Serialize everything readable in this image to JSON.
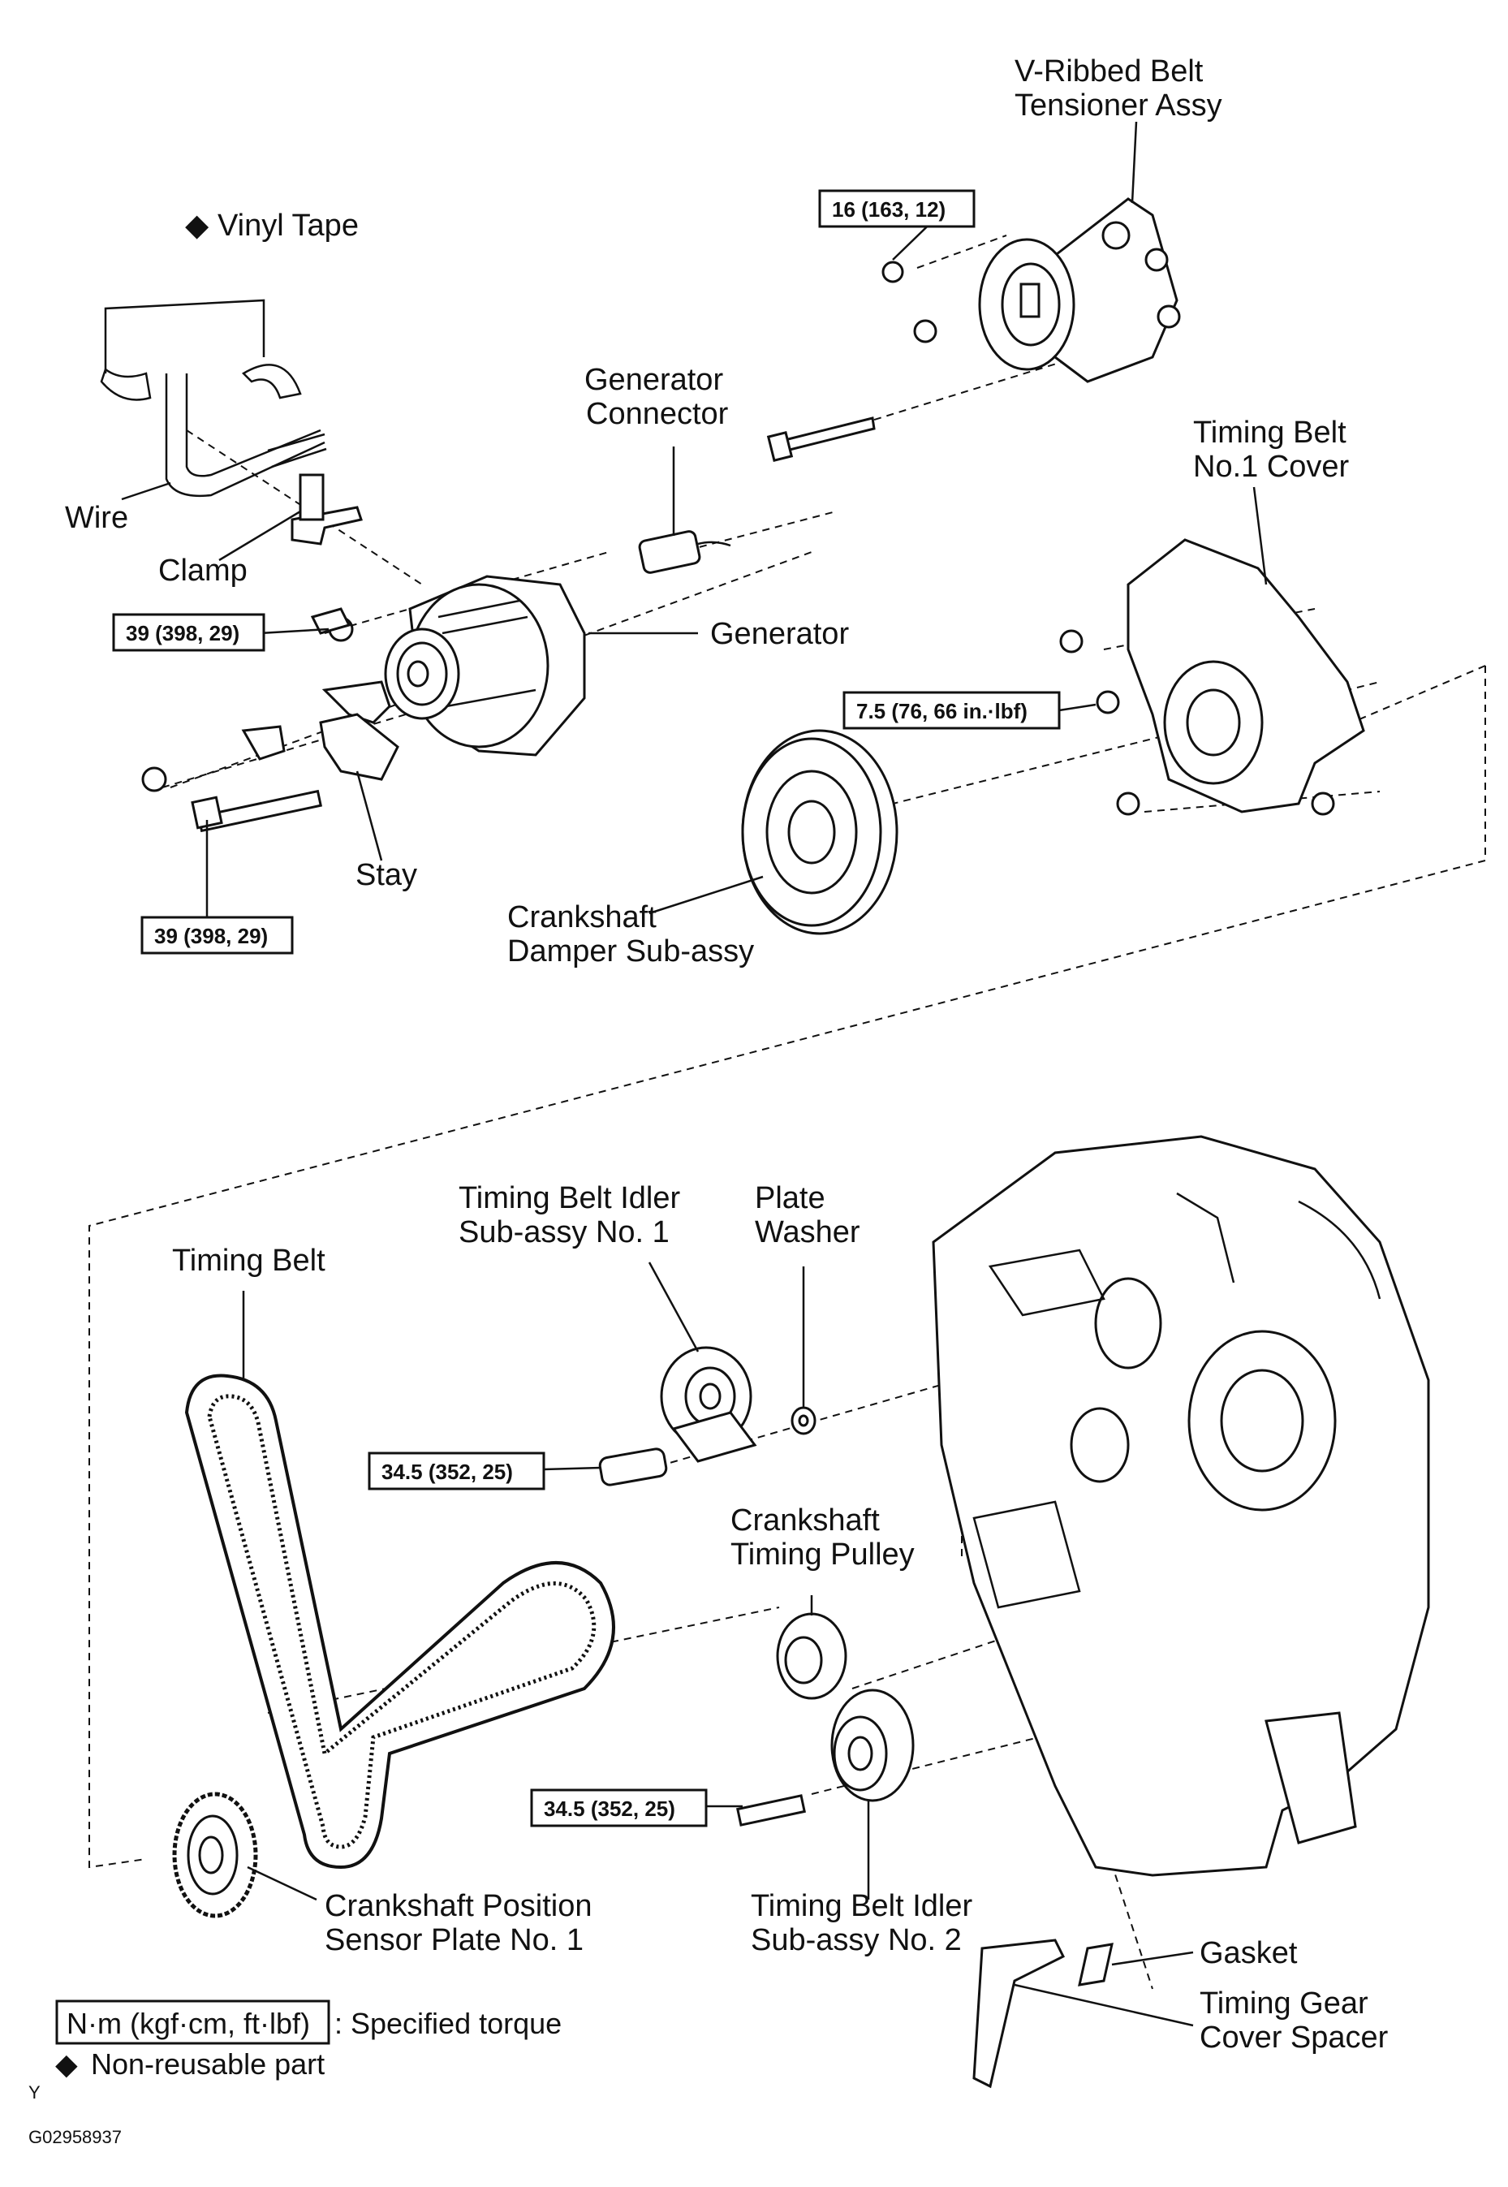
{
  "labels": {
    "vribbed": [
      "V-Ribbed  Belt",
      "Tensioner Assy"
    ],
    "vinyl_tape": "Vinyl Tape",
    "generator_connector": [
      "Generator",
      "Connector"
    ],
    "wire": "Wire",
    "clamp": "Clamp",
    "generator": "Generator",
    "timing_belt_no1_cover": [
      "Timing Belt",
      "No.1 Cover"
    ],
    "stay": "Stay",
    "crankshaft_damper": [
      "Crankshaft",
      "Damper  Sub-assy"
    ],
    "timing_belt": "Timing Belt",
    "idler_no1": [
      "Timing Belt Idler",
      "Sub-assy No. 1"
    ],
    "plate_washer": [
      "Plate",
      "Washer"
    ],
    "crank_pulley": [
      "Crankshaft",
      "Timing Pulley"
    ],
    "crank_sensor_plate": [
      "Crankshaft Position",
      "Sensor Plate No. 1"
    ],
    "idler_no2": [
      "Timing Belt Idler",
      "Sub-assy  No. 2"
    ],
    "gasket": "Gasket",
    "spacer": [
      "Timing Gear",
      "Cover Spacer"
    ]
  },
  "torques": {
    "tensioner": "16 (163, 12)",
    "generator_upper": "39 (398, 29)",
    "cover": "7.5 (76, 66 in.·lbf)",
    "generator_lower": "39 (398, 29)",
    "idler_no1": "34.5 (352, 25)",
    "idler_no2": "34.5 (352, 25)"
  },
  "legend": {
    "unit_box": "N·m (kgf·cm, ft·lbf)",
    "unit_desc": ": Specified torque",
    "nonreusable": "Non-reusable part",
    "marker": "◆",
    "y_mark": "Y"
  },
  "figure_code": "G02958937"
}
